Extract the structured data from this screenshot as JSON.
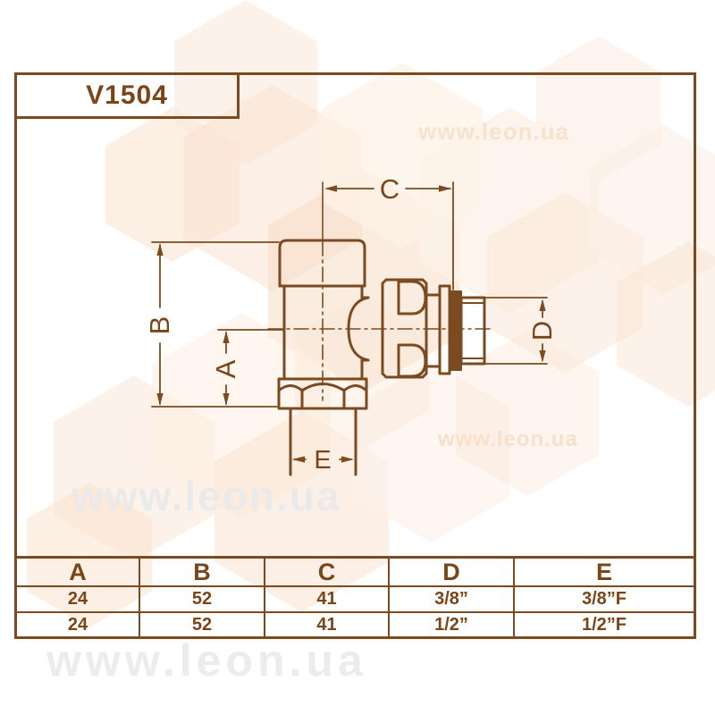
{
  "product": {
    "code": "V1504"
  },
  "drawing": {
    "dims": {
      "A": "A",
      "B": "B",
      "C": "C",
      "D": "D",
      "E": "E"
    }
  },
  "table": {
    "headers": [
      "A",
      "B",
      "C",
      "D",
      "E"
    ],
    "rows": [
      [
        "24",
        "52",
        "41",
        "3/8”",
        "3/8”F"
      ],
      [
        "24",
        "52",
        "41",
        "1/2”",
        "1/2”F"
      ]
    ]
  },
  "watermark": {
    "text": "www.leon.ua"
  },
  "colors": {
    "line_brown": "#7b4a20",
    "text_brown": "#7a4517",
    "hex_peach_light": "#fdf2e8",
    "hex_peach": "#f9e2d0",
    "watermark_gray": "#eaeaea"
  }
}
